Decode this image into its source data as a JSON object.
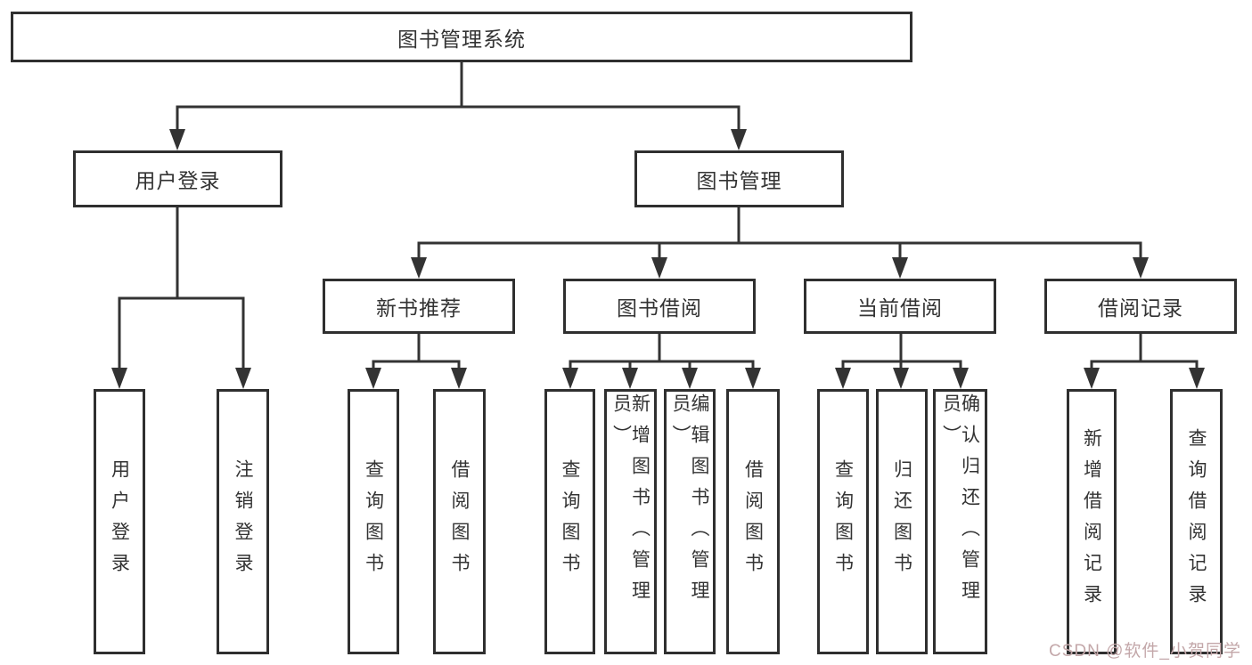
{
  "diagram": {
    "root": {
      "label": "图书管理系统"
    },
    "branches": [
      {
        "label": "用户登录",
        "children": [
          {
            "label": "用户登录"
          },
          {
            "label": "注销登录"
          }
        ]
      },
      {
        "label": "图书管理",
        "children": [
          {
            "label": "新书推荐",
            "children": [
              {
                "label": "查询图书"
              },
              {
                "label": "借阅图书"
              }
            ]
          },
          {
            "label": "图书借阅",
            "children": [
              {
                "label": "查询图书"
              },
              {
                "label": "新增图书（管理员）"
              },
              {
                "label": "编辑图书（管理员）"
              },
              {
                "label": "借阅图书"
              }
            ]
          },
          {
            "label": "当前借阅",
            "children": [
              {
                "label": "查询图书"
              },
              {
                "label": "归还图书"
              },
              {
                "label": "确认归还（管理员）"
              }
            ]
          },
          {
            "label": "借阅记录",
            "children": [
              {
                "label": "新增借阅记录"
              },
              {
                "label": "查询借阅记录"
              }
            ]
          }
        ]
      }
    ]
  },
  "watermark": {
    "label": "CSDN @软件_小贺同学"
  },
  "colors": {
    "line": "#333333",
    "text": "#333333",
    "background": "#ffffff",
    "watermark": "#c3a7a9"
  }
}
